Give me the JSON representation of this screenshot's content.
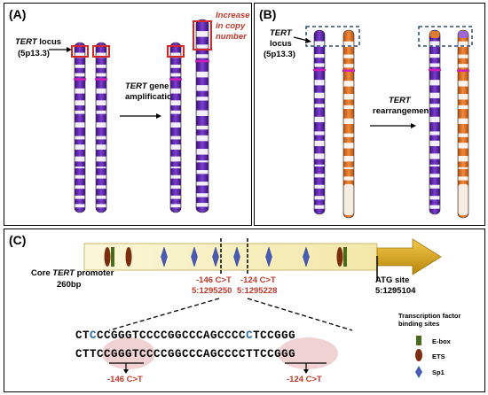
{
  "panelA": {
    "label": "(A)",
    "locus_gene": "TERT",
    "locus_word": "locus",
    "locus_band": "(5p13.3)",
    "arrow_gene": "TERT",
    "arrow_rest1": "gene",
    "arrow_rest2": "amplification",
    "increase1": "Increase",
    "increase2": "in copy",
    "increase3": "number"
  },
  "panelB": {
    "label": "(B)",
    "locus_gene": "TERT",
    "locus_word": "locus",
    "locus_band": "(5p13.3)",
    "arrow_gene": "TERT",
    "arrow_rest": "rearrangement"
  },
  "panelC": {
    "label": "(C)",
    "core1": "Core",
    "core_gene": "TERT",
    "core2": "promoter",
    "core3": "260bp",
    "mut146_name": "-146 C>T",
    "mut146_pos": "5:1295250",
    "mut124_name": "-124 C>T",
    "mut124_pos": "5:1295228",
    "atg_name": "ATG site",
    "atg_pos": "5:1295104",
    "seq_top": {
      "a": "CT",
      "b": "C",
      "c": "CCGGGTCCCCGGCCCAGCCCC",
      "d": "C",
      "e": "TCCGGG"
    },
    "seq_bottom": {
      "a": "CT",
      "b": "TCCGG",
      "c": "GTCCCCGGCCCAGCCCC",
      "d": "TTCCGG",
      "e": "G"
    },
    "bottom_mut_left": "-146 C>T",
    "bottom_mut_right": "-124 C>T",
    "legend_title1": "Transcription factor",
    "legend_title2": "binding sites",
    "legend_items": [
      "E-box",
      "ETS",
      "Sp1"
    ]
  },
  "colors": {
    "purple": "#5b1fa8",
    "orange": "#d9691c",
    "red_box": "#d62728",
    "blue_dash": "#2c4d7a",
    "ebox": "#4a6b1c",
    "ets": "#7a2e0e",
    "sp1": "#4a5bb5",
    "text_red": "#c0392b"
  }
}
